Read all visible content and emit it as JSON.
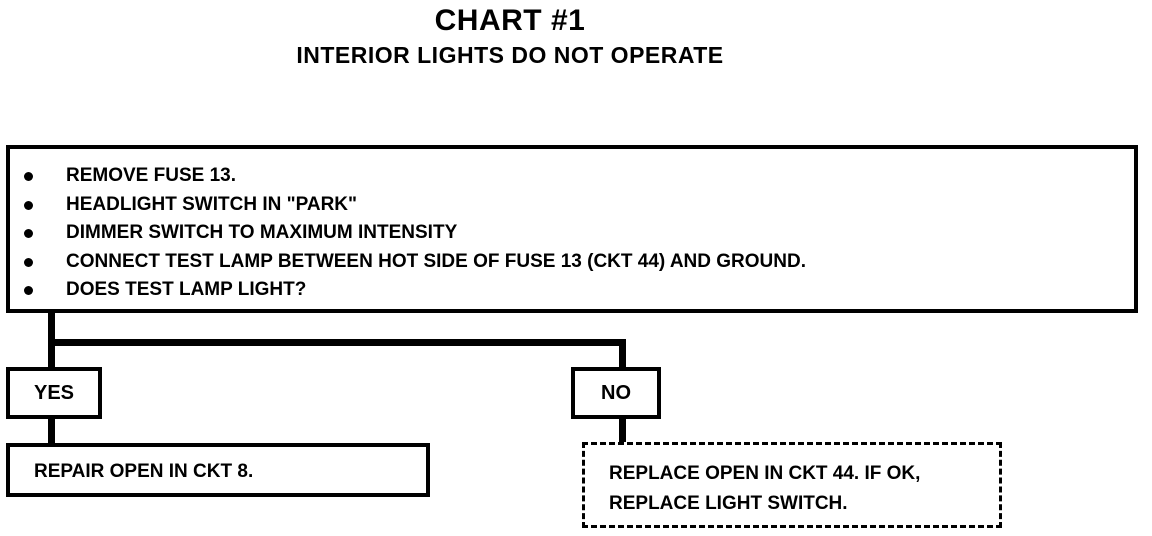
{
  "header": {
    "title": "CHART #1",
    "subtitle": "INTERIOR LIGHTS DO NOT OPERATE"
  },
  "steps": [
    "REMOVE FUSE 13.",
    "HEADLIGHT SWITCH IN \"PARK\"",
    "DIMMER SWITCH TO MAXIMUM INTENSITY",
    "CONNECT TEST LAMP BETWEEN HOT SIDE OF FUSE 13 (CKT 44) AND GROUND.",
    "DOES TEST LAMP LIGHT?"
  ],
  "branches": {
    "yes": {
      "label": "YES",
      "action": "REPAIR OPEN IN CKT 8."
    },
    "no": {
      "label": "NO",
      "action_line1": "REPLACE OPEN IN CKT 44. IF OK,",
      "action_line2": "REPLACE LIGHT SWITCH."
    }
  }
}
